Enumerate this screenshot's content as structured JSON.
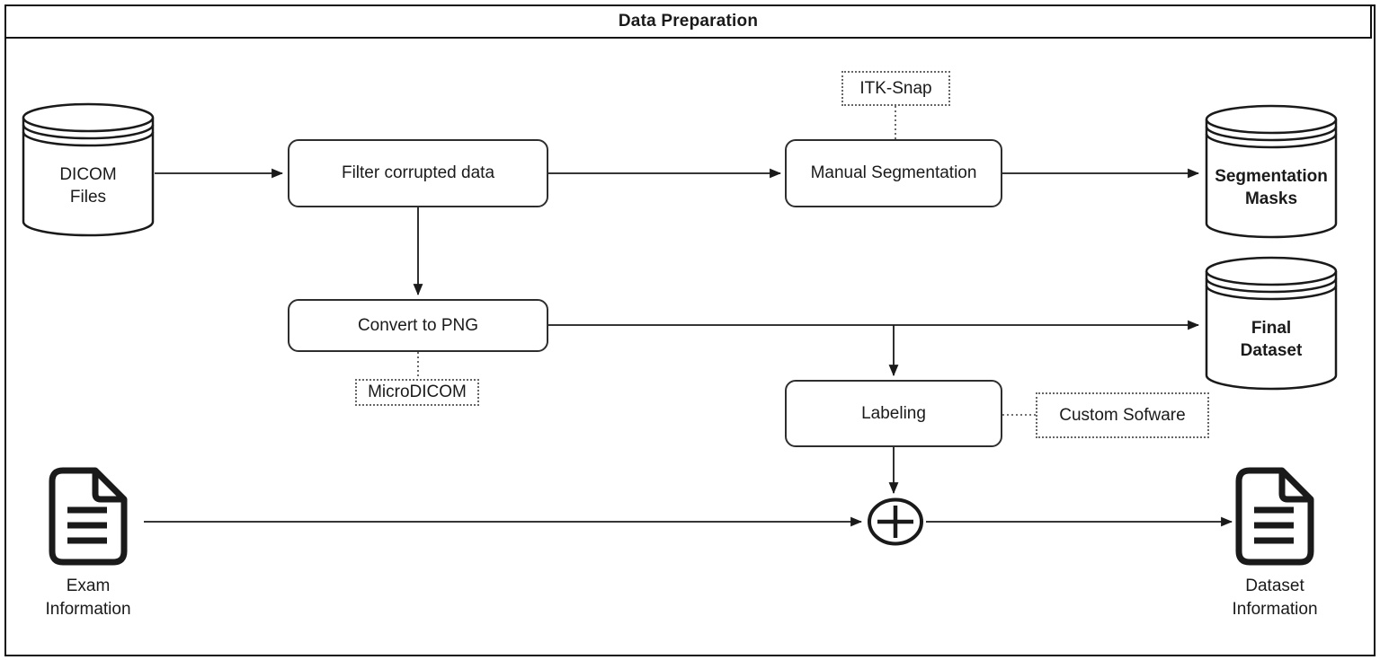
{
  "title": "Data Preparation",
  "nodes": {
    "dicom_files": {
      "label": "DICOM\nFiles",
      "shape": "cylinder"
    },
    "filter_corrupted": {
      "label": "Filter corrupted data",
      "shape": "rounded-box"
    },
    "manual_segmentation": {
      "label": "Manual Segmentation",
      "shape": "rounded-box"
    },
    "segmentation_masks": {
      "label": "Segmentation\nMasks",
      "shape": "cylinder"
    },
    "convert_to_png": {
      "label": "Convert to PNG",
      "shape": "rounded-box"
    },
    "final_dataset": {
      "label": "Final\nDataset",
      "shape": "cylinder"
    },
    "labeling": {
      "label": "Labeling",
      "shape": "rounded-box"
    },
    "exam_information": {
      "label": "Exam\nInformation",
      "shape": "document-icon"
    },
    "dataset_information": {
      "label": "Dataset\nInformation",
      "shape": "document-icon"
    },
    "merge_junction": {
      "symbol": "circle-plus"
    }
  },
  "annotations": {
    "itk_snap": {
      "label": "ITK-Snap"
    },
    "microdicom": {
      "label": "MicroDICOM"
    },
    "custom_software": {
      "label": "Custom Sofware"
    }
  },
  "edges": [
    {
      "from": "dicom_files",
      "to": "filter_corrupted",
      "style": "solid-arrow"
    },
    {
      "from": "filter_corrupted",
      "to": "manual_segmentation",
      "style": "solid-arrow"
    },
    {
      "from": "manual_segmentation",
      "to": "segmentation_masks",
      "style": "solid-arrow"
    },
    {
      "from": "filter_corrupted",
      "to": "convert_to_png",
      "style": "solid-arrow"
    },
    {
      "from": "convert_to_png",
      "to": "final_dataset",
      "style": "solid-arrow"
    },
    {
      "from": "convert_to_png",
      "to": "labeling",
      "style": "solid-arrow"
    },
    {
      "from": "labeling",
      "to": "merge_junction",
      "style": "solid-arrow"
    },
    {
      "from": "exam_information",
      "to": "merge_junction",
      "style": "solid-arrow"
    },
    {
      "from": "merge_junction",
      "to": "dataset_information",
      "style": "solid-arrow"
    },
    {
      "from": "itk_snap",
      "to": "manual_segmentation",
      "style": "dotted"
    },
    {
      "from": "microdicom",
      "to": "convert_to_png",
      "style": "dotted"
    },
    {
      "from": "custom_software",
      "to": "labeling",
      "style": "dotted"
    }
  ],
  "colors": {
    "ink": "#1a1a1a",
    "background": "#ffffff"
  }
}
